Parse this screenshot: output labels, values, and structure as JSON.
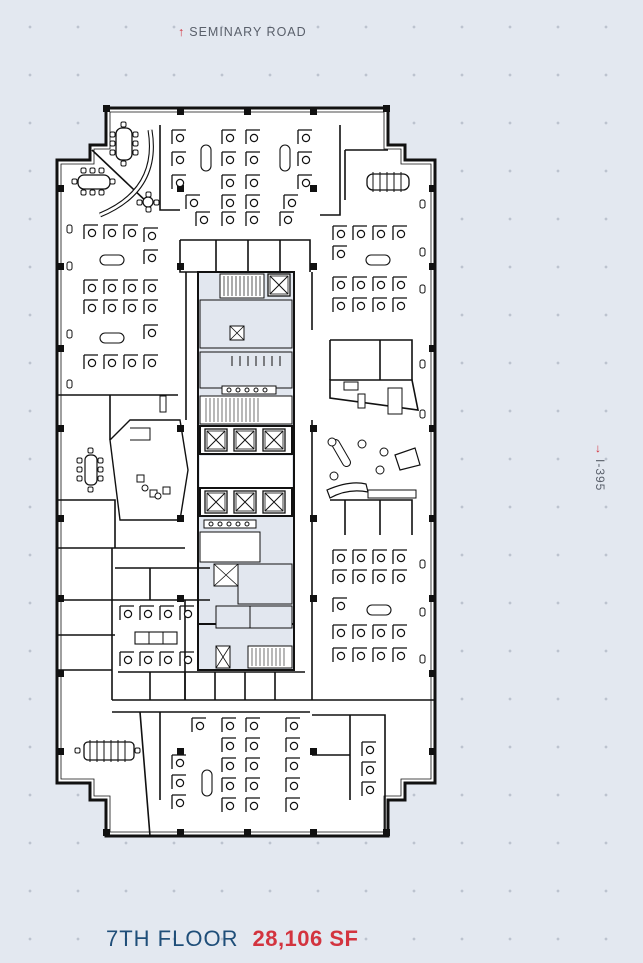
{
  "labels": {
    "north_road": "SEMINARY ROAD",
    "east_road": "I-395",
    "floor": "7TH FLOOR",
    "area": "28,106 SF"
  },
  "icons": {
    "north_arrow": "↑",
    "east_arrow": "→"
  },
  "colors": {
    "background": "#e3e8f0",
    "accent_red": "#d3343f",
    "floor_title_blue": "#1f4e79",
    "road_label_gray": "#5a606b",
    "plan_fill": "#ffffff",
    "core_fill": "#e2e7ef",
    "wall": "#111111"
  },
  "floor_plan": {
    "outline_points": "106,108 388,108 388,145 405,145 405,160 435,160 435,783 405,783 405,800 388,800 388,836 106,836 106,800 90,800 90,783 57,783 57,160 90,160 90,145 106,145",
    "zones": [
      {
        "name": "north-open-office",
        "desc": "workstation clusters"
      },
      {
        "name": "northwest-conference",
        "desc": "two conference rooms with curved wall"
      },
      {
        "name": "northeast-conference",
        "desc": "conference room"
      },
      {
        "name": "west-open-office",
        "desc": "workstation clusters"
      },
      {
        "name": "east-open-office-north",
        "desc": "workstation clusters"
      },
      {
        "name": "central-core",
        "desc": "stairs, restrooms, elevators, electrical, telecom"
      },
      {
        "name": "east-lounge",
        "desc": "collaboration seating and pantry"
      },
      {
        "name": "west-offices",
        "desc": "private offices and conference"
      },
      {
        "name": "east-open-office-south",
        "desc": "workstation clusters"
      },
      {
        "name": "south-open-office",
        "desc": "workstation clusters"
      },
      {
        "name": "southwest-conference",
        "desc": "large conference room"
      }
    ],
    "elevators": 6,
    "stairs": 2
  }
}
